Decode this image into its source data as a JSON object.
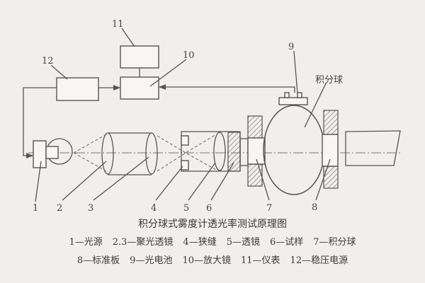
{
  "diagram": {
    "part_numbers": [
      "1",
      "2",
      "3",
      "4",
      "5",
      "6",
      "7",
      "8",
      "9",
      "10",
      "11",
      "12"
    ],
    "sphere_label": "积分球"
  },
  "caption": {
    "title": "积分球式雾度计透光率测试原理图",
    "legend_row1": [
      "1—光源",
      "2.3—聚光透镜",
      "4—狭缝",
      "5—透镜",
      "6—试样",
      "7—积分球"
    ],
    "legend_row2": [
      "8—标准板",
      "9—光电池",
      "10—放大镜",
      "11—仪表",
      "12—稳压电源"
    ]
  }
}
